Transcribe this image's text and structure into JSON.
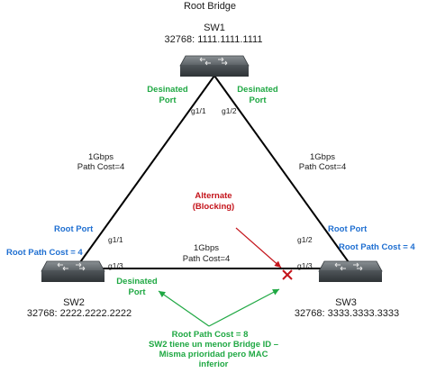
{
  "title": "Root Bridge",
  "colors": {
    "green": "#1fa843",
    "blue": "#1f6fd1",
    "red": "#c4141b",
    "line": "#000000",
    "switch": "#5f6468"
  },
  "sw1": {
    "name": "SW1",
    "id": "32768: 1111.1111.1111",
    "port_left": "g1/1",
    "port_right": "g1/2",
    "desig_left": [
      "Desinated",
      "Port"
    ],
    "desig_right": [
      "Desinated",
      "Port"
    ]
  },
  "sw2": {
    "name": "SW2",
    "id": "32768: 2222.2222.2222",
    "root_port": "Root Port",
    "root_path_cost": "Root Path Cost = 4",
    "port_up": "g1/1",
    "port_right": "g1/3",
    "desig": [
      "Desinated",
      "Port"
    ]
  },
  "sw3": {
    "name": "SW3",
    "id": "32768: 3333.3333.3333",
    "root_port": "Root Port",
    "root_path_cost": "Root Path Cost = 4",
    "port_up": "g1/2",
    "port_left": "g1/3"
  },
  "links": {
    "left": {
      "speed": "1Gbps",
      "cost": "Path Cost=4"
    },
    "right": {
      "speed": "1Gbps",
      "cost": "Path Cost=4"
    },
    "bottom": {
      "speed": "1Gbps",
      "cost": "Path Cost=4"
    }
  },
  "alternate": [
    "Alternate",
    "(Blocking)"
  ],
  "note": [
    "Root Path Cost = 8",
    "SW2 tiene un menor Bridge ID –",
    "Misma prioridad pero MAC",
    "inferior"
  ]
}
